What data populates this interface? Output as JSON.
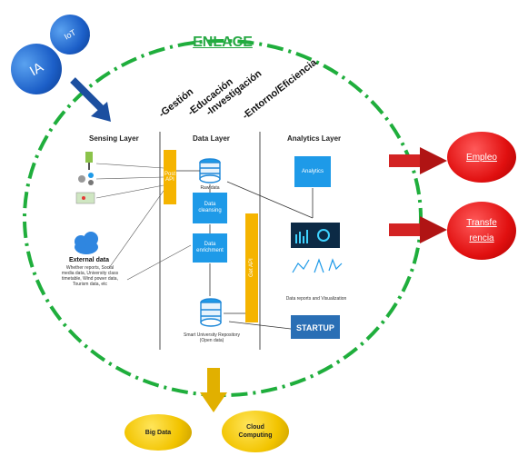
{
  "title": "ENLACE",
  "badges": {
    "ia": "IA",
    "iot": "IoT"
  },
  "axes": [
    "-Gestión",
    "-Educación",
    "-Investigación",
    "-Entorno/Eficiencia"
  ],
  "layers": {
    "sensing": "Sensing Layer",
    "data": "Data Layer",
    "analytics": "Analytics Layer"
  },
  "boxes": {
    "post_api": "Post API",
    "raw_data": "Raw data",
    "cleansing": "Data cleansing",
    "enrichment": "Data enrichment",
    "get_api": "Get API",
    "analytics": "Analytics",
    "repository": "Smart University Repository (Open data)",
    "reports": "Data reports and Visualization",
    "startup": "STARTUP"
  },
  "external": {
    "title": "External data",
    "desc": "Whether reports, Social media data, University class timetable, Wind power data, Tourism data, etc"
  },
  "outputs": {
    "empleo": "Empleo",
    "transfe_1": "Transfe",
    "transfe_2": "rencia",
    "big_data": "Big Data",
    "cloud_1": "Cloud",
    "cloud_2": "Computing"
  },
  "colors": {
    "dash_circle": "#1fae3c",
    "red": "#e11010",
    "gold": "#f2c400",
    "blue": "#1e9ae8",
    "yellow": "#f5b400"
  }
}
